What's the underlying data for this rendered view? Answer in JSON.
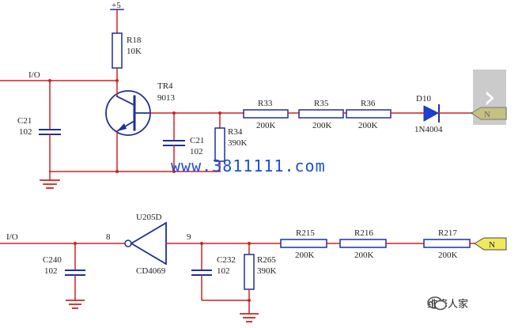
{
  "top_circuit": {
    "supply_label": "+5",
    "io_label": "I/O",
    "r18": {
      "name": "R18",
      "value": "10K"
    },
    "tr4": {
      "name": "TR4",
      "part": "9013"
    },
    "c21_left": {
      "name": "C21",
      "value": "102"
    },
    "c21_right": {
      "name": "C21",
      "value": "102"
    },
    "r34": {
      "name": "R34",
      "value": "390K"
    },
    "r33": {
      "name": "R33",
      "value": "200K"
    },
    "r35": {
      "name": "R35",
      "value": "200K"
    },
    "r36": {
      "name": "R36",
      "value": "200K"
    },
    "d10": {
      "name": "D10",
      "part": "1N4004"
    },
    "n_label": "N"
  },
  "bottom_circuit": {
    "io_label": "I/O",
    "pin_in": "8",
    "pin_out": "9",
    "u205d": {
      "name": "U205D",
      "part": "CD4069"
    },
    "c240": {
      "name": "C240",
      "value": "102"
    },
    "c232": {
      "name": "C232",
      "value": "102"
    },
    "r265": {
      "name": "R265",
      "value": "390K"
    },
    "r215": {
      "name": "R215",
      "value": "200K"
    },
    "r216": {
      "name": "R216",
      "value": "200K"
    },
    "r217": {
      "name": "R217",
      "value": "200K"
    },
    "n_label": "N"
  },
  "watermark": "www.3811111.com",
  "brand": {
    "name": "维修人家",
    "icon": "wechat-icon"
  },
  "nav": {
    "icon": "chevron-right-icon"
  },
  "colors": {
    "wire_red": "#cc2222",
    "component_blue": "#1f2f9a",
    "ground": "#cc2222",
    "connector_fill": "#f2e85c"
  }
}
